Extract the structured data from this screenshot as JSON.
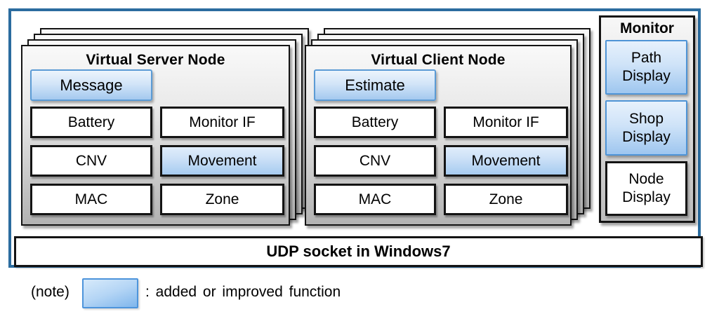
{
  "colors": {
    "boundary_blue": "#2B6C9F",
    "accent_blue_border": "#5B9BD5",
    "accent_blue_fill_top": "#ECF4FC",
    "accent_blue_fill_bottom": "#A4C9EF",
    "panel_gray_top": "#F9F9F9",
    "panel_gray_bottom": "#B2B2B2",
    "box_border": "#141414"
  },
  "panels": {
    "server": {
      "title": "Virtual Server Node",
      "feature": "Message",
      "boxes": [
        {
          "label": "Battery",
          "blue": false
        },
        {
          "label": "Monitor IF",
          "blue": false
        },
        {
          "label": "CNV",
          "blue": false
        },
        {
          "label": "Movement",
          "blue": true
        },
        {
          "label": "MAC",
          "blue": false
        },
        {
          "label": "Zone",
          "blue": false
        }
      ]
    },
    "client": {
      "title": "Virtual Client Node",
      "feature": "Estimate",
      "boxes": [
        {
          "label": "Battery",
          "blue": false
        },
        {
          "label": "Monitor IF",
          "blue": false
        },
        {
          "label": "CNV",
          "blue": false
        },
        {
          "label": "Movement",
          "blue": true
        },
        {
          "label": "MAC",
          "blue": false
        },
        {
          "label": "Zone",
          "blue": false
        }
      ]
    },
    "monitor": {
      "title": "Monitor",
      "items": [
        {
          "line1": "Path",
          "line2": "Display",
          "blue": true
        },
        {
          "line1": "Shop",
          "line2": "Display",
          "blue": true
        },
        {
          "line1": "Node",
          "line2": "Display",
          "blue": false
        }
      ]
    }
  },
  "udp": {
    "label": "UDP socket in Windows7"
  },
  "note": {
    "prefix": "(note)",
    "suffix": ": added  or improved  function"
  }
}
